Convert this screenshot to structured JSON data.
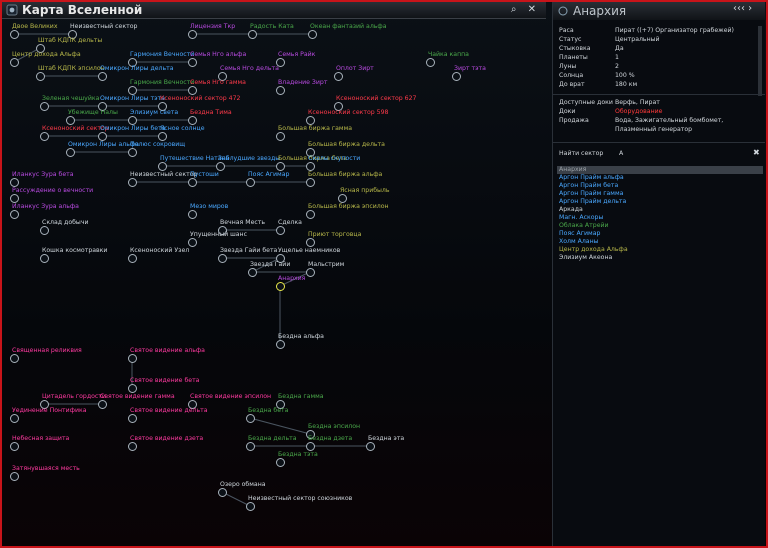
{
  "window": {
    "title": "Карта Вселенной"
  },
  "toolbar": {
    "search_icon": "search-icon",
    "close_icon": "close-icon"
  },
  "right_panel": {
    "title": "Анархия",
    "info": [
      {
        "k": "Раса",
        "v": "Пират ((+7) Организатор грабежей)"
      },
      {
        "k": "Статус",
        "v": "Центральный"
      },
      {
        "k": "Стыковка",
        "v": "Да"
      },
      {
        "k": "Планеты",
        "v": "1"
      },
      {
        "k": "Луны",
        "v": "2"
      },
      {
        "k": "Солнца",
        "v": "100 %"
      },
      {
        "k": "До врат",
        "v": "180 км"
      }
    ],
    "docks": [
      {
        "k": "Доступные доки",
        "v": "Верфь, Пират"
      },
      {
        "k": "Доки",
        "v": "Оборудование"
      },
      {
        "k": "Продажа",
        "v": "Вода, Зажигательный бомбомет, Плазменный генератор"
      }
    ],
    "find_label": "Найти сектор",
    "find_value": "А",
    "results": [
      {
        "t": "Анархия",
        "c": "#9aa0a6",
        "sel": true
      },
      {
        "t": "Аргон Прайм альфа",
        "c": "#4aa8ff"
      },
      {
        "t": "Аргон Прайм бета",
        "c": "#4aa8ff"
      },
      {
        "t": "Аргон Прайм гамма",
        "c": "#4aa8ff"
      },
      {
        "t": "Аргон Прайм дельта",
        "c": "#4aa8ff"
      },
      {
        "t": "Аркада",
        "c": "#cfd6dc"
      },
      {
        "t": "Магн. Аскоры",
        "c": "#4aa8ff"
      },
      {
        "t": "Облака Атрейи",
        "c": "#4aa84a"
      },
      {
        "t": "Пояс Агимар",
        "c": "#4aa8ff"
      },
      {
        "t": "Холм Аланы",
        "c": "#4aa8ff"
      },
      {
        "t": "Центр дохода Альфа",
        "c": "#b8b84a"
      },
      {
        "t": "Элизиум Акеона",
        "c": "#cfd6dc"
      }
    ]
  },
  "sectors": [
    {
      "t": "Двое Великих",
      "c": "#b8b84a"
    },
    {
      "t": "Неизвестный сектор",
      "c": "#cfd6dc"
    },
    {
      "t": "Лицензия Ткр",
      "c": "#b84ae0"
    },
    {
      "t": "Радость Ката",
      "c": "#4aa84a"
    },
    {
      "t": "Океан фантазий альфа",
      "c": "#4aa84a"
    },
    {
      "t": "Штаб КДПК дельты",
      "c": "#b8b84a"
    },
    {
      "t": "Центр дохода Альфа",
      "c": "#b8b84a"
    },
    {
      "t": "Гармония Вечности",
      "c": "#4aa8ff"
    },
    {
      "t": "Семья Нго альфа",
      "c": "#b84ae0"
    },
    {
      "t": "Семья Райк",
      "c": "#b84ae0"
    },
    {
      "t": "Чайка каппа",
      "c": "#4aa84a"
    },
    {
      "t": "Штаб КДПК эпсилон",
      "c": "#b8b84a"
    },
    {
      "t": "Омикрон Лиры дельта",
      "c": "#4aa8ff"
    },
    {
      "t": "Семья Нго дельта",
      "c": "#b84ae0"
    },
    {
      "t": "Оплот Зирт",
      "c": "#b84ae0"
    },
    {
      "t": "Зирт тэта",
      "c": "#b84ae0"
    },
    {
      "t": "Гармония Вечности",
      "c": "#4aa84a"
    },
    {
      "t": "Семья Нго гамма",
      "c": "#ff3a4a"
    },
    {
      "t": "Владение Зирт",
      "c": "#b84ae0"
    },
    {
      "t": "Зеленая чешуйка",
      "c": "#4aa84a"
    },
    {
      "t": "Омикрон Лиры тэта",
      "c": "#4aa8ff"
    },
    {
      "t": "Ксеноноский сектор 472",
      "c": "#ff3a4a"
    },
    {
      "t": "Ксеноноский сектор 627",
      "c": "#ff3a4a"
    },
    {
      "t": "Убежище Налы",
      "c": "#4aa84a"
    },
    {
      "t": "Элизиум света",
      "c": "#4aa8ff"
    },
    {
      "t": "Бездна Тима",
      "c": "#ff3a4a"
    },
    {
      "t": "Ксеноноский сектор 598",
      "c": "#ff3a4a"
    },
    {
      "t": "Ксеноноский сектор",
      "c": "#ff3a4a"
    },
    {
      "t": "Омикрон Лиры бета",
      "c": "#4aa8ff"
    },
    {
      "t": "Ясное солнце",
      "c": "#4aa8ff"
    },
    {
      "t": "Большая биржа гамма",
      "c": "#b8b84a"
    },
    {
      "t": "Омикрон Лиры альфа",
      "c": "#4aa8ff"
    },
    {
      "t": "Полюс сокровищ",
      "c": "#4aa8ff"
    },
    {
      "t": "Большая биржа дельта",
      "c": "#b8b84a"
    },
    {
      "t": "Путешествие Натана",
      "c": "#4aa8ff"
    },
    {
      "t": "Заблудшие звезды",
      "c": "#4aa8ff"
    },
    {
      "t": "Большая биржа бета",
      "c": "#b8b84a"
    },
    {
      "t": "Скалы скупости",
      "c": "#4aa8ff"
    },
    {
      "t": "Иланкус Зура бета",
      "c": "#b84ae0"
    },
    {
      "t": "Неизвестный сектор",
      "c": "#cfd6dc"
    },
    {
      "t": "Пустоши",
      "c": "#4aa8ff"
    },
    {
      "t": "Пояс Агимар",
      "c": "#4aa8ff"
    },
    {
      "t": "Большая биржа альфа",
      "c": "#b8b84a"
    },
    {
      "t": "Рассуждение о вечности",
      "c": "#b84ae0"
    },
    {
      "t": "Ясная прибыль",
      "c": "#b8b84a"
    },
    {
      "t": "Иланкус Зура альфа",
      "c": "#b84ae0"
    },
    {
      "t": "Мезо миров",
      "c": "#4aa8ff"
    },
    {
      "t": "Большая биржа эпсилон",
      "c": "#b8b84a"
    },
    {
      "t": "Склад добычи",
      "c": "#cfd6dc"
    },
    {
      "t": "Вечная Месть",
      "c": "#cfd6dc"
    },
    {
      "t": "Сделка",
      "c": "#cfd6dc"
    },
    {
      "t": "Упущенный шанс",
      "c": "#cfd6dc"
    },
    {
      "t": "Приют торговца",
      "c": "#b8b84a"
    },
    {
      "t": "Кошка космотравки",
      "c": "#cfd6dc"
    },
    {
      "t": "Ксеноноский Узел",
      "c": "#cfd6dc"
    },
    {
      "t": "Звезда Гайи бета",
      "c": "#cfd6dc"
    },
    {
      "t": "Ущелье наемников",
      "c": "#cfd6dc"
    },
    {
      "t": "Звезда Гайи",
      "c": "#cfd6dc"
    },
    {
      "t": "Мальстрим",
      "c": "#cfd6dc"
    },
    {
      "t": "Анархия",
      "c": "#b84ae0"
    },
    {
      "t": "Бездна альфа",
      "c": "#cfd6dc"
    },
    {
      "t": "Священная реликвия",
      "c": "#ff3aa0"
    },
    {
      "t": "Святое видение альфа",
      "c": "#ff3aa0"
    },
    {
      "t": "Святое видение бета",
      "c": "#ff3aa0"
    },
    {
      "t": "Цитадель гордости",
      "c": "#ff3aa0"
    },
    {
      "t": "Святое видение гамма",
      "c": "#ff3aa0"
    },
    {
      "t": "Святое видение эпсилон",
      "c": "#ff3aa0"
    },
    {
      "t": "Бездна гамма",
      "c": "#4aa84a"
    },
    {
      "t": "Уединение Понтифика",
      "c": "#ff3aa0"
    },
    {
      "t": "Святое видение дельта",
      "c": "#ff3aa0"
    },
    {
      "t": "Бездна бета",
      "c": "#4aa84a"
    },
    {
      "t": "Бездна эпсилон",
      "c": "#4aa84a"
    },
    {
      "t": "Небесная защита",
      "c": "#ff3aa0"
    },
    {
      "t": "Святое видение дзета",
      "c": "#ff3aa0"
    },
    {
      "t": "Бездна дельта",
      "c": "#4aa84a"
    },
    {
      "t": "Бездна дзета",
      "c": "#4aa84a"
    },
    {
      "t": "Бездна эта",
      "c": "#cfd6dc"
    },
    {
      "t": "Бездна тэта",
      "c": "#4aa84a"
    },
    {
      "t": "Затянувшаяся месть",
      "c": "#ff3aa0"
    },
    {
      "t": "Озеро обмана",
      "c": "#cfd6dc"
    },
    {
      "t": "Неизвестный сектор союзников",
      "c": "#cfd6dc"
    }
  ]
}
